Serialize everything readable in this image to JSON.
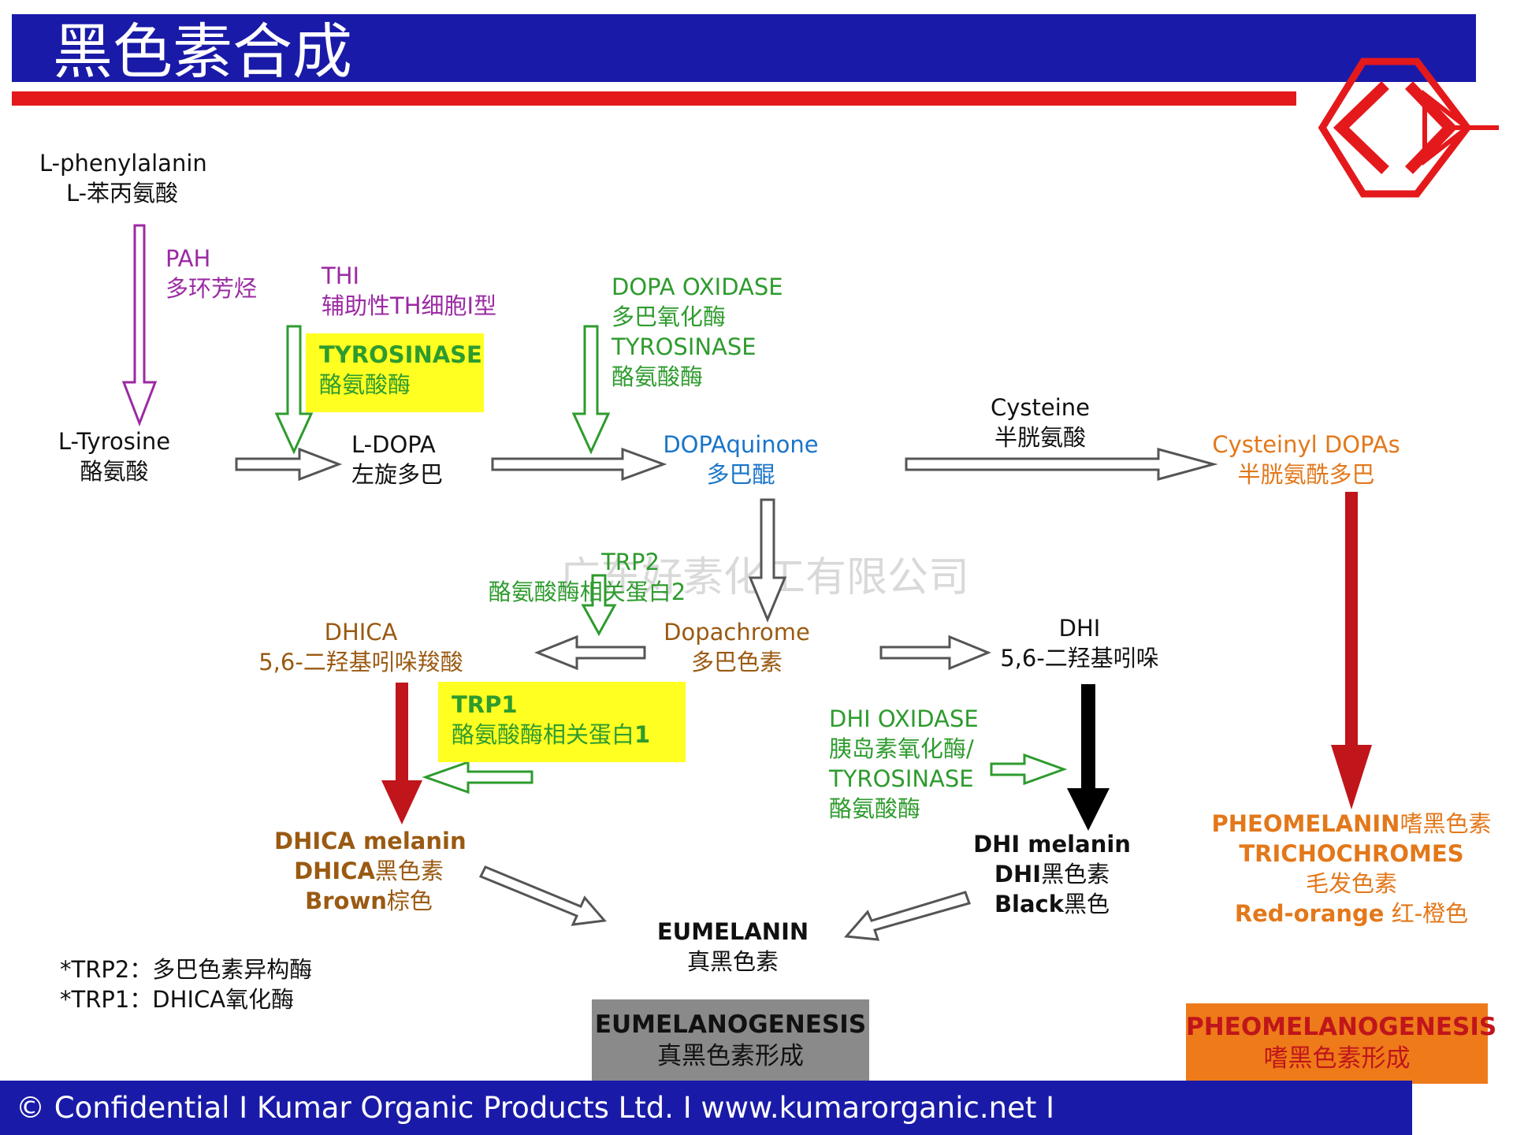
{
  "title": "黑色素合成",
  "footer": "© Confidential I Kumar Organic Products Ltd. I www.kumarorganic.net I",
  "watermark": "广东好素化工有限公司",
  "colors": {
    "title_bar": "#1a1aa8",
    "red_bar": "#e4191c",
    "logo": "#e4191c",
    "highlight": "#ffff22",
    "euml_box": "#8a8a8a",
    "pheo_box": "#ee7a1a"
  },
  "logo": "hexagon-logo-icon",
  "nodes": {
    "phe": {
      "en": "L-phenylalanin",
      "zh": "L-苯丙氨酸"
    },
    "tyr": {
      "en": "L-Tyrosine",
      "zh": "酪氨酸"
    },
    "ldopa": {
      "en": "L-DOPA",
      "zh": "左旋多巴"
    },
    "dopaq": {
      "en": "DOPAquinone",
      "zh": "多巴醌"
    },
    "cys": {
      "en": "Cysteine",
      "zh": "半胱氨酸"
    },
    "cysdopa": {
      "en": "Cysteinyl DOPAs",
      "zh": "半胱氨酰多巴"
    },
    "dopachrome": {
      "en": "Dopachrome",
      "zh": "多巴色素"
    },
    "dhica": {
      "en": "DHICA",
      "zh": "5,6-二羟基吲哚羧酸"
    },
    "dhi": {
      "en": "DHI",
      "zh": "5,6-二羟基吲哚"
    },
    "dhica_mel": {
      "l1": "DHICA melanin",
      "l2a": "DHICA",
      "l2b": "黑色素",
      "l3a": "Brown",
      "l3b": "棕色"
    },
    "dhi_mel": {
      "l1": "DHI melanin",
      "l2a": "DHI",
      "l2b": "黑色素",
      "l3a": "Black",
      "l3b": "黑色"
    },
    "eumelanin": {
      "en": "EUMELANIN",
      "zh": "真黑色素"
    },
    "pheo": {
      "l1a": "PHEOMELANIN",
      "l1b": "嗜黑色素",
      "l2": "TRICHOCHROMES",
      "l3": "毛发色素",
      "l4a": "Red-orange",
      "l4b": " 红-橙色"
    }
  },
  "enzymes": {
    "pah": {
      "en": "PAH",
      "zh": "多环芳烃"
    },
    "thi": {
      "en": "THI",
      "zh": "辅助性TH细胞I型"
    },
    "tyrosinase1": {
      "en": "TYROSINASE",
      "zh": "酪氨酸酶"
    },
    "dopa_ox": {
      "en": "DOPA OXIDASE",
      "zh": "多巴氧化酶",
      "en2": "TYROSINASE",
      "zh2": "酪氨酸酶"
    },
    "trp2": {
      "en": "TRP2",
      "zh": "酪氨酸酶相关蛋白2"
    },
    "trp1": {
      "en": "TRP1",
      "zh": "酪氨酸酶相关蛋白",
      "num": "1"
    },
    "dhi_ox": {
      "l1": "DHI OXIDASE",
      "l2": "胰岛素氧化酶/",
      "l3": "TYROSINASE",
      "l4": "酪氨酸酶"
    }
  },
  "notes": {
    "n1": "*TRP2：多巴色素异构酶",
    "n2": "*TRP1：DHICA氧化酶"
  },
  "boxes": {
    "eumelanogenesis": {
      "en": "EUMELANOGENESIS",
      "zh": "真黑色素形成"
    },
    "pheomelanogenesis": {
      "en": "PHEOMELANOGENESIS",
      "zh": "嗜黑色素形成"
    }
  }
}
